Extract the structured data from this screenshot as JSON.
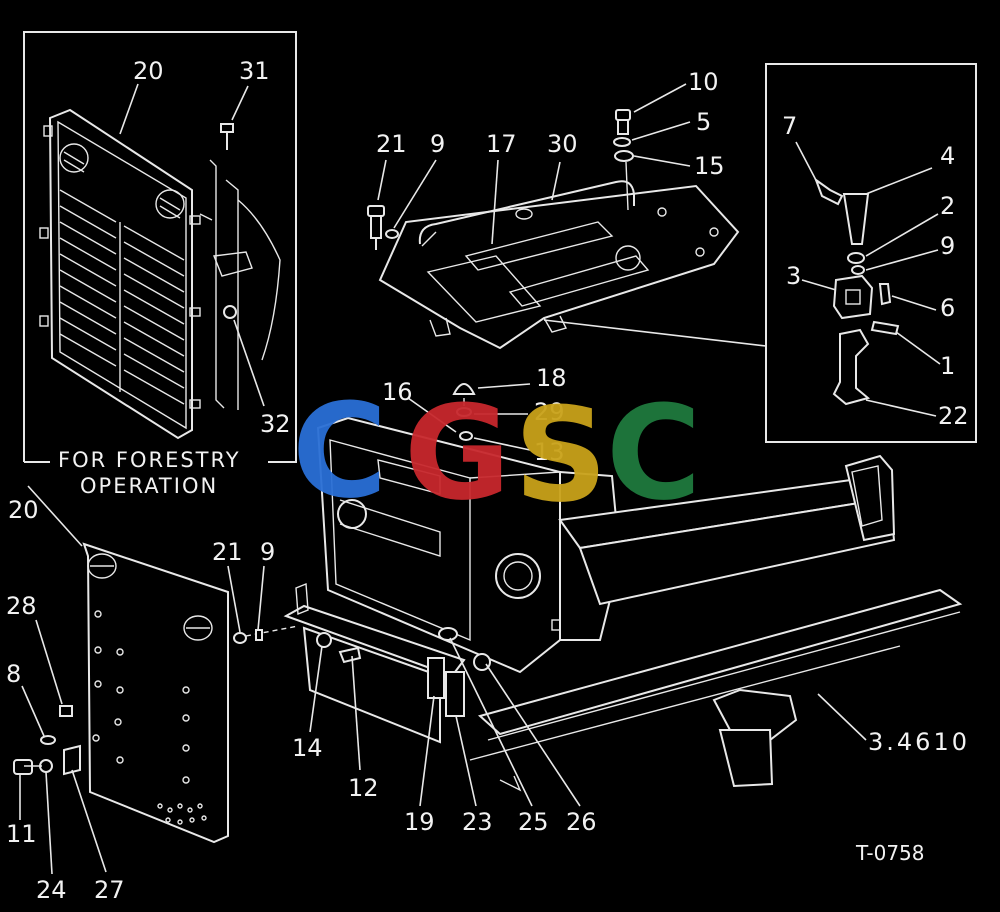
{
  "callouts": {
    "inset_left": {
      "n20": "20",
      "n31": "31",
      "n32": "32"
    },
    "inset_left_caption": {
      "line1": "FOR FORESTRY",
      "line2": "OPERATION"
    },
    "top_plate": {
      "n21": "21",
      "n9": "9",
      "n17": "17",
      "n30": "30",
      "n10": "10",
      "n5": "5",
      "n15": "15"
    },
    "inset_right": {
      "n7": "7",
      "n4": "4",
      "n2": "2",
      "n9": "9",
      "n3": "3",
      "n6": "6",
      "n1": "1",
      "n22": "22"
    },
    "center": {
      "n18": "18",
      "n16": "16",
      "n29": "29",
      "n13": "13"
    },
    "bottom_left": {
      "n20": "20",
      "n21": "21",
      "n9": "9",
      "n28": "28",
      "n8": "8",
      "n11": "11",
      "n24": "24",
      "n27": "27"
    },
    "bottom": {
      "n14": "14",
      "n12": "12",
      "n19": "19",
      "n23": "23",
      "n25": "25",
      "n26": "26"
    },
    "frame_ref": "3.4610",
    "figure_id": "T-0758"
  },
  "watermark": {
    "letters": [
      "C",
      "G",
      "S",
      "C"
    ],
    "colors": [
      "#2a6fd6",
      "#c8282d",
      "#c9a21a",
      "#1f7a3e"
    ]
  }
}
